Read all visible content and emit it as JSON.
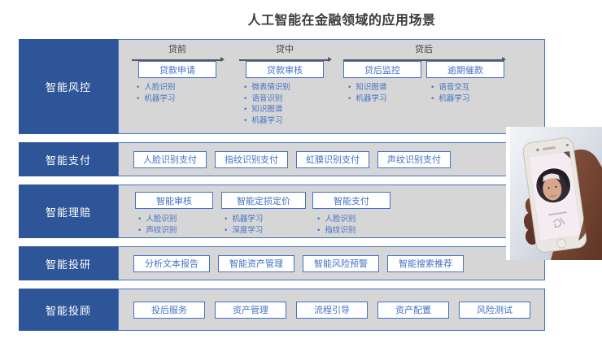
{
  "title": "人工智能在金融领域的应用场景",
  "icons": {
    "bullet": "•"
  },
  "colors": {
    "label_blue": "#2E5597",
    "accent_blue": "#4472C4",
    "panel_gray": "#D6D6D6",
    "heading_gray": "#404040"
  },
  "rows": [
    {
      "label": "智能风控",
      "phases": [
        {
          "header": "贷前",
          "boxes": [
            {
              "title": "贷款申请",
              "bullets": [
                "人脸识别",
                "机器学习"
              ]
            }
          ]
        },
        {
          "header": "贷中",
          "boxes": [
            {
              "title": "贷款审核",
              "bullets": [
                "微表情识别",
                "语音识别",
                "知识图谱",
                "机器学习"
              ]
            }
          ]
        },
        {
          "header": "贷后",
          "boxes": [
            {
              "title": "贷后监控",
              "bullets": [
                "知识图谱",
                "机器学习"
              ]
            },
            {
              "title": "逾期催款",
              "bullets": [
                "语音交互",
                "机器学习"
              ]
            }
          ]
        }
      ]
    },
    {
      "label": "智能支付",
      "boxes": [
        {
          "title": "人脸识别支付"
        },
        {
          "title": "指纹识别支付"
        },
        {
          "title": "虹膜识别支付"
        },
        {
          "title": "声纹识别支付"
        }
      ]
    },
    {
      "label": "智能理赔",
      "boxes": [
        {
          "title": "智能审核",
          "bullets": [
            "人脸识别",
            "声纹识别"
          ]
        },
        {
          "title": "智能定损定价",
          "bullets": [
            "机器学习",
            "深度学习"
          ]
        },
        {
          "title": "智能支付",
          "bullets": [
            "人脸识别",
            "指纹识别"
          ]
        }
      ]
    },
    {
      "label": "智能投研",
      "boxes": [
        {
          "title": "分析文本报告"
        },
        {
          "title": "智能资产管理"
        },
        {
          "title": "智能风险预警"
        },
        {
          "title": "智能搜索推荐"
        }
      ]
    },
    {
      "label": "智能投顾",
      "boxes": [
        {
          "title": "投后服务"
        },
        {
          "title": "资产管理"
        },
        {
          "title": "流程引导"
        },
        {
          "title": "资产配置"
        },
        {
          "title": "风险测试"
        }
      ]
    }
  ]
}
